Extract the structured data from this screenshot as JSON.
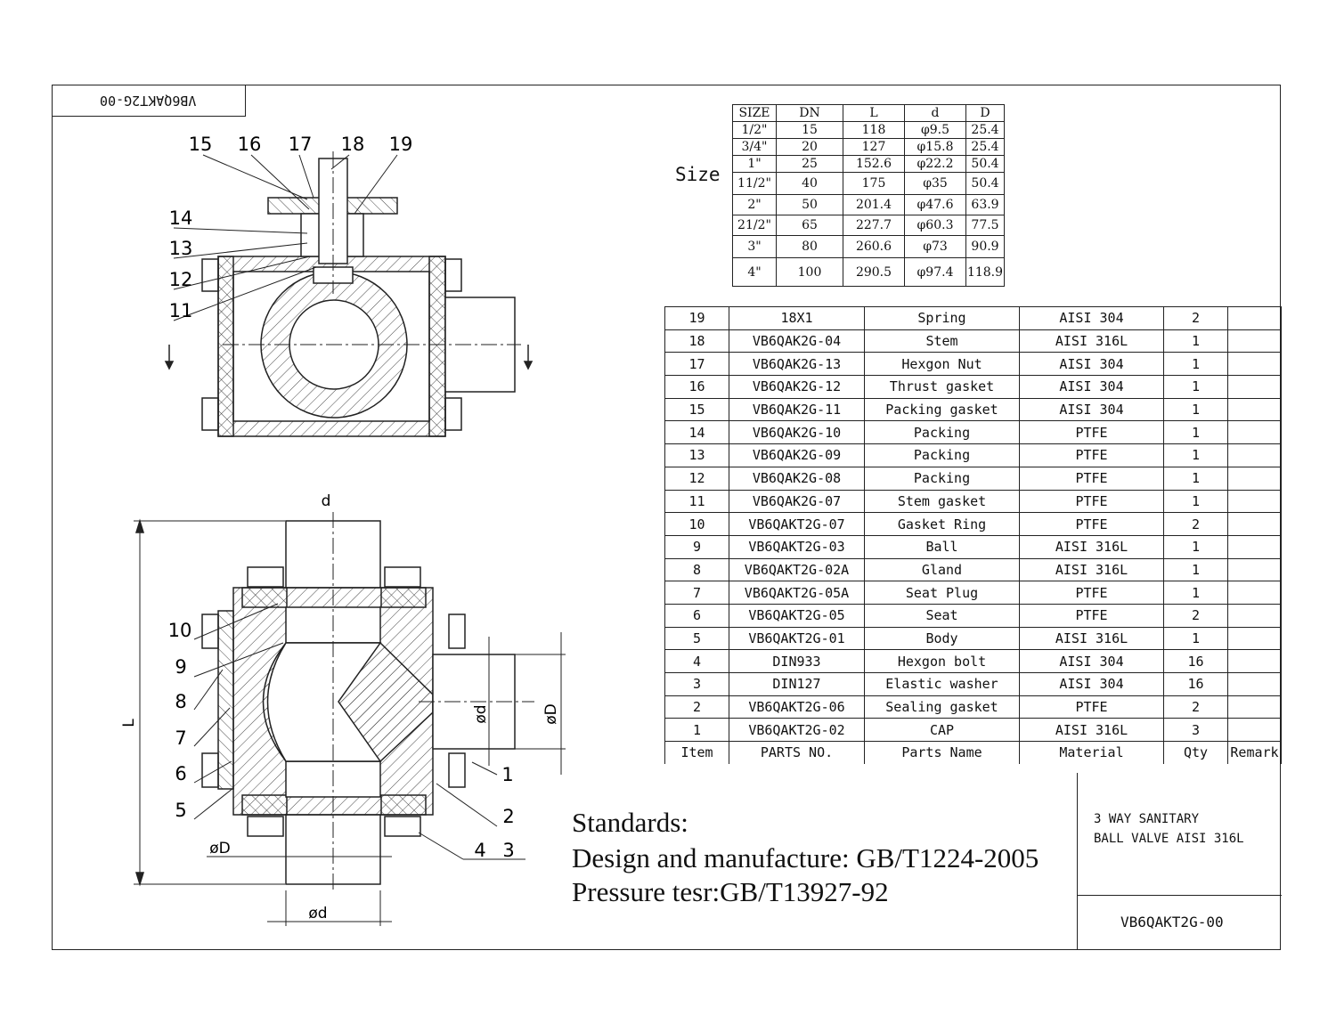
{
  "drawing_code": "VB6QAKT2G-00",
  "size_label": "Size",
  "size_table": {
    "headers": [
      "SIZE",
      "DN",
      "L",
      "d",
      "D"
    ],
    "rows": [
      [
        "1/2\"",
        "15",
        "118",
        "φ9.5",
        "25.4"
      ],
      [
        "3/4\"",
        "20",
        "127",
        "φ15.8",
        "25.4"
      ],
      [
        "1\"",
        "25",
        "152.6",
        "φ22.2",
        "50.4"
      ],
      [
        "11/2\"",
        "40",
        "175",
        "φ35",
        "50.4"
      ],
      [
        "2\"",
        "50",
        "201.4",
        "φ47.6",
        "63.9"
      ],
      [
        "21/2\"",
        "65",
        "227.7",
        "φ60.3",
        "77.5"
      ],
      [
        "3\"",
        "80",
        "260.6",
        "φ73",
        "90.9"
      ],
      [
        "4\"",
        "100",
        "290.5",
        "φ97.4",
        "118.9"
      ]
    ]
  },
  "parts_table": {
    "rows": [
      [
        "19",
        "18X1",
        "Spring",
        "AISI 304",
        "2",
        ""
      ],
      [
        "18",
        "VB6QAK2G-04",
        "Stem",
        "AISI 316L",
        "1",
        ""
      ],
      [
        "17",
        "VB6QAK2G-13",
        "Hexgon Nut",
        "AISI 304",
        "1",
        ""
      ],
      [
        "16",
        "VB6QAK2G-12",
        "Thrust gasket",
        "AISI 304",
        "1",
        ""
      ],
      [
        "15",
        "VB6QAK2G-11",
        "Packing gasket",
        "AISI 304",
        "1",
        ""
      ],
      [
        "14",
        "VB6QAK2G-10",
        "Packing",
        "PTFE",
        "1",
        ""
      ],
      [
        "13",
        "VB6QAK2G-09",
        "Packing",
        "PTFE",
        "1",
        ""
      ],
      [
        "12",
        "VB6QAK2G-08",
        "Packing",
        "PTFE",
        "1",
        ""
      ],
      [
        "11",
        "VB6QAK2G-07",
        "Stem gasket",
        "PTFE",
        "1",
        ""
      ],
      [
        "10",
        "VB6QAKT2G-07",
        "Gasket Ring",
        "PTFE",
        "2",
        ""
      ],
      [
        "9",
        "VB6QAKT2G-03",
        "Ball",
        "AISI 316L",
        "1",
        ""
      ],
      [
        "8",
        "VB6QAKT2G-02A",
        "Gland",
        "AISI 316L",
        "1",
        ""
      ],
      [
        "7",
        "VB6QAKT2G-05A",
        "Seat Plug",
        "PTFE",
        "1",
        ""
      ],
      [
        "6",
        "VB6QAKT2G-05",
        "Seat",
        "PTFE",
        "2",
        ""
      ],
      [
        "5",
        "VB6QAKT2G-01",
        "Body",
        "AISI 316L",
        "1",
        ""
      ],
      [
        "4",
        "DIN933",
        "Hexgon bolt",
        "AISI 304",
        "16",
        ""
      ],
      [
        "3",
        "DIN127",
        "Elastic washer",
        "AISI 304",
        "16",
        ""
      ],
      [
        "2",
        "VB6QAKT2G-06",
        "Sealing gasket",
        "PTFE",
        "2",
        ""
      ],
      [
        "1",
        "VB6QAKT2G-02",
        "CAP",
        "AISI 316L",
        "3",
        ""
      ],
      [
        "Item",
        "PARTS NO.",
        "Parts Name",
        "Material",
        "Qty",
        "Remark"
      ]
    ]
  },
  "standards": {
    "heading": "Standards:",
    "design": "Design and manufacture: GB/T1224-2005",
    "pressure": "Pressure tesr:GB/T13927-92"
  },
  "title_block": {
    "line1": "3 WAY SANITARY",
    "line2": "BALL VALVE AISI 316L",
    "drawing_no": "VB6QAKT2G-00"
  },
  "callouts_top": [
    "15",
    "16",
    "17",
    "18",
    "19",
    "14",
    "13",
    "12",
    "11"
  ],
  "callouts_bottom": [
    "10",
    "9",
    "8",
    "7",
    "6",
    "5",
    "1",
    "2",
    "4",
    "3"
  ],
  "dimensions": {
    "d_top": "d",
    "L": "L",
    "phi_d_right": "ød",
    "phi_D_right": "øD",
    "phi_D_bottom": "øD",
    "phi_d_bottom": "ød"
  },
  "colors": {
    "line": "#222222",
    "paper": "#ffffff"
  }
}
